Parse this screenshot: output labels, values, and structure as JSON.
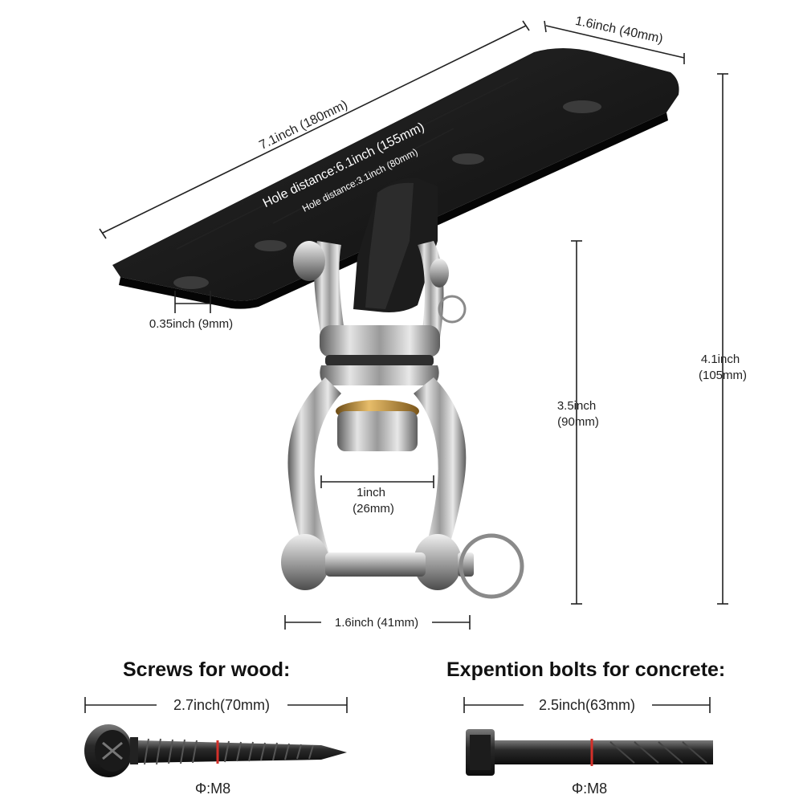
{
  "product": {
    "plate_length": "7.1inch (180mm)",
    "plate_width": "1.6inch (40mm)",
    "hole_distance_outer": "Hole distance:6.1inch (155mm)",
    "hole_distance_inner": "Hole distance:3.1inch (80mm)",
    "hole_diameter": "0.35inch (9mm)",
    "total_height_in": "4.1inch",
    "total_height_mm": "(105mm)",
    "swivel_height_in": "3.5inch",
    "swivel_height_mm": "(90mm)",
    "shackle_inner_width_in": "1inch",
    "shackle_inner_width_mm": "(26mm)",
    "shackle_width": "1.6inch (41mm)"
  },
  "wood_screw": {
    "title": "Screws for wood:",
    "length": "2.7inch(70mm)",
    "diameter": "Φ:M8"
  },
  "concrete_bolt": {
    "title": "Expention bolts for concrete:",
    "length": "2.5inch(63mm)",
    "diameter": "Φ:M8"
  },
  "colors": {
    "plate": "#121212",
    "steel_light": "#d6d6d6",
    "steel_dark": "#5a5a5a",
    "brass": "#b8893a",
    "mark_red": "#d3302a"
  }
}
